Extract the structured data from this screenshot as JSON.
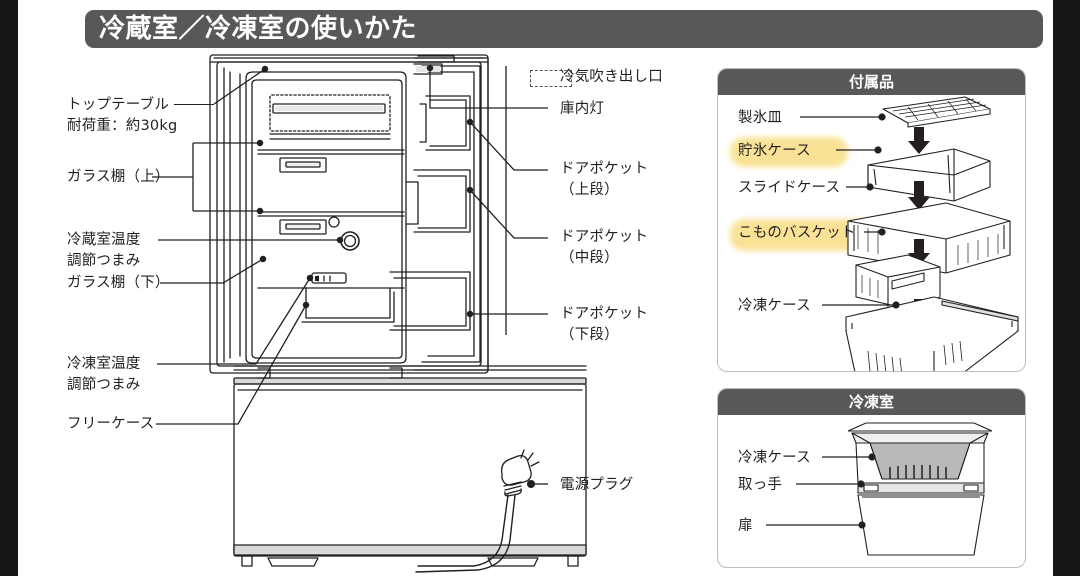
{
  "page": {
    "background": "#ffffff",
    "frame_color": "#161616"
  },
  "header": {
    "title": "冷蔵室／冷凍室の使いかた",
    "bar_color": "#58585a",
    "text_color": "#ffffff"
  },
  "main_diagram": {
    "name": "refrigerator-cutaway-illustration",
    "left_labels": [
      {
        "id": "top-table",
        "text": "トップテーブル"
      },
      {
        "id": "load-capacity",
        "text": "耐荷重：約30kg"
      },
      {
        "id": "glass-shelf-up",
        "text": "ガラス棚（上）"
      },
      {
        "id": "fridge-temp-1",
        "text": "冷蔵室温度"
      },
      {
        "id": "fridge-temp-2",
        "text": "調節つまみ"
      },
      {
        "id": "glass-shelf-low",
        "text": "ガラス棚（下）"
      },
      {
        "id": "freezer-temp-1",
        "text": "冷凍室温度"
      },
      {
        "id": "freezer-temp-2",
        "text": "調節つまみ"
      },
      {
        "id": "free-case",
        "text": "フリーケース"
      }
    ],
    "right_labels": [
      {
        "id": "cold-air-outlet",
        "text": "冷気吹き出し口",
        "legend": "dashed-box"
      },
      {
        "id": "interior-light",
        "text": "庫内灯"
      },
      {
        "id": "door-pocket-up-1",
        "text": "ドアポケット"
      },
      {
        "id": "door-pocket-up-2",
        "text": "（上段）"
      },
      {
        "id": "door-pocket-mid-1",
        "text": "ドアポケット"
      },
      {
        "id": "door-pocket-mid-2",
        "text": "（中段）"
      },
      {
        "id": "door-pocket-low-1",
        "text": "ドアポケット"
      },
      {
        "id": "door-pocket-low-2",
        "text": "（下段）"
      },
      {
        "id": "power-plug",
        "text": "電源プラグ"
      }
    ]
  },
  "panel_accessories": {
    "title": "付属品",
    "labels": [
      {
        "id": "ice-tray",
        "text": "製氷皿",
        "highlighted": false
      },
      {
        "id": "ice-case",
        "text": "貯氷ケース",
        "highlighted": true
      },
      {
        "id": "slide-case",
        "text": "スライドケース",
        "highlighted": false
      },
      {
        "id": "small-basket",
        "text": "こものバスケット",
        "highlighted": true
      },
      {
        "id": "freezer-case",
        "text": "冷凍ケース",
        "highlighted": false
      }
    ],
    "highlight_color": "#f9e08d"
  },
  "panel_freezer": {
    "title": "冷凍室",
    "labels": [
      {
        "id": "freezer-case",
        "text": "冷凍ケース"
      },
      {
        "id": "handle",
        "text": "取っ手"
      },
      {
        "id": "door",
        "text": "扉"
      }
    ]
  }
}
